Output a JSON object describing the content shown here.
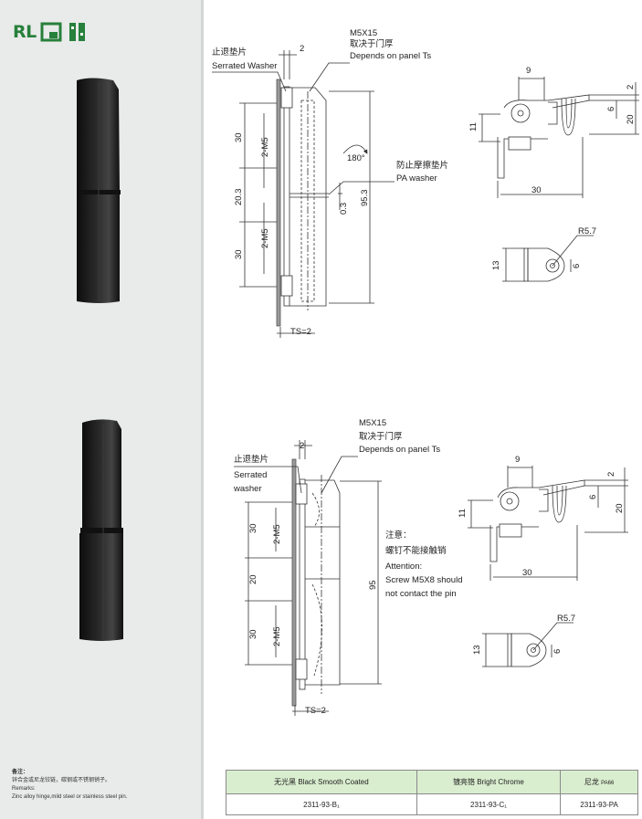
{
  "brand": {
    "logo_text": "RL",
    "icons": [
      "corner-bracket-icon",
      "hinge-icon"
    ]
  },
  "remarks": {
    "heading": "备注：",
    "zh": "锌合金或尼龙铰链，碳钢或不锈钢销子。",
    "en_heading": "Remarks:",
    "en": "Zinc alloy hinge,mild steel or stainless steel pin."
  },
  "drawing_top": {
    "washer_zh": "止退垫片",
    "washer_en": "Serrated Washer",
    "screw": "M5X15",
    "screw_zh": "取决于门厚",
    "screw_en": "Depends on panel Ts",
    "pa_zh": "防止摩擦垫片",
    "pa_en": "PA washer",
    "dim_2": "2",
    "dim_30a": "30",
    "dim_2m5a": "2-M5",
    "dim_203": "20.3",
    "dim_03": "0.3",
    "dim_953": "95.3",
    "dim_30b": "30",
    "dim_2m5b": "2-M5",
    "ts": "TS=2",
    "rotate": "180°",
    "side_9": "9",
    "side_2": "2",
    "side_6": "6",
    "side_11": "11",
    "side_20": "20",
    "side_30": "30",
    "radius": "R5.7",
    "bot_13": "13",
    "bot_6": "6"
  },
  "drawing_bottom": {
    "screw": "M5X15",
    "screw_zh": "取决于门厚",
    "screw_en": "Depends on panel Ts",
    "washer_zh": "止退垫片",
    "washer_en1": "Serrated",
    "washer_en2": "washer",
    "dim_2": "2",
    "dim_30a": "30",
    "dim_2m5a": "2-M5",
    "dim_20": "20",
    "dim_95": "95",
    "dim_30b": "30",
    "dim_2m5b": "2-M5",
    "ts": "TS=2",
    "note_zh1": "注意：",
    "note_zh2": "螺钉不能接触销",
    "note_en1": "Attention:",
    "note_en2": "Screw M5X8 should",
    "note_en3": " not contact the pin",
    "side_9": "9",
    "side_2": "2",
    "side_6": "6",
    "side_11": "11",
    "side_20": "20",
    "side_30": "30",
    "radius": "R5.7",
    "bot_13": "13",
    "bot_6": "6"
  },
  "spec_table": {
    "headers": [
      {
        "zh": "无光黑",
        "en": "Black Smooth Coated"
      },
      {
        "zh": "镀亮铬",
        "en": "Bright Chrome"
      },
      {
        "zh": "尼龙",
        "en": "PA66"
      }
    ],
    "codes": [
      "2311-93-B₁",
      "2311-93-C₁",
      "2311-93-PA"
    ]
  },
  "colors": {
    "accent_green": "#27803b",
    "sidebar_bg": "#e9eaea",
    "table_header_bg": "#d9edcf",
    "product_black": "#1a1a1a"
  }
}
